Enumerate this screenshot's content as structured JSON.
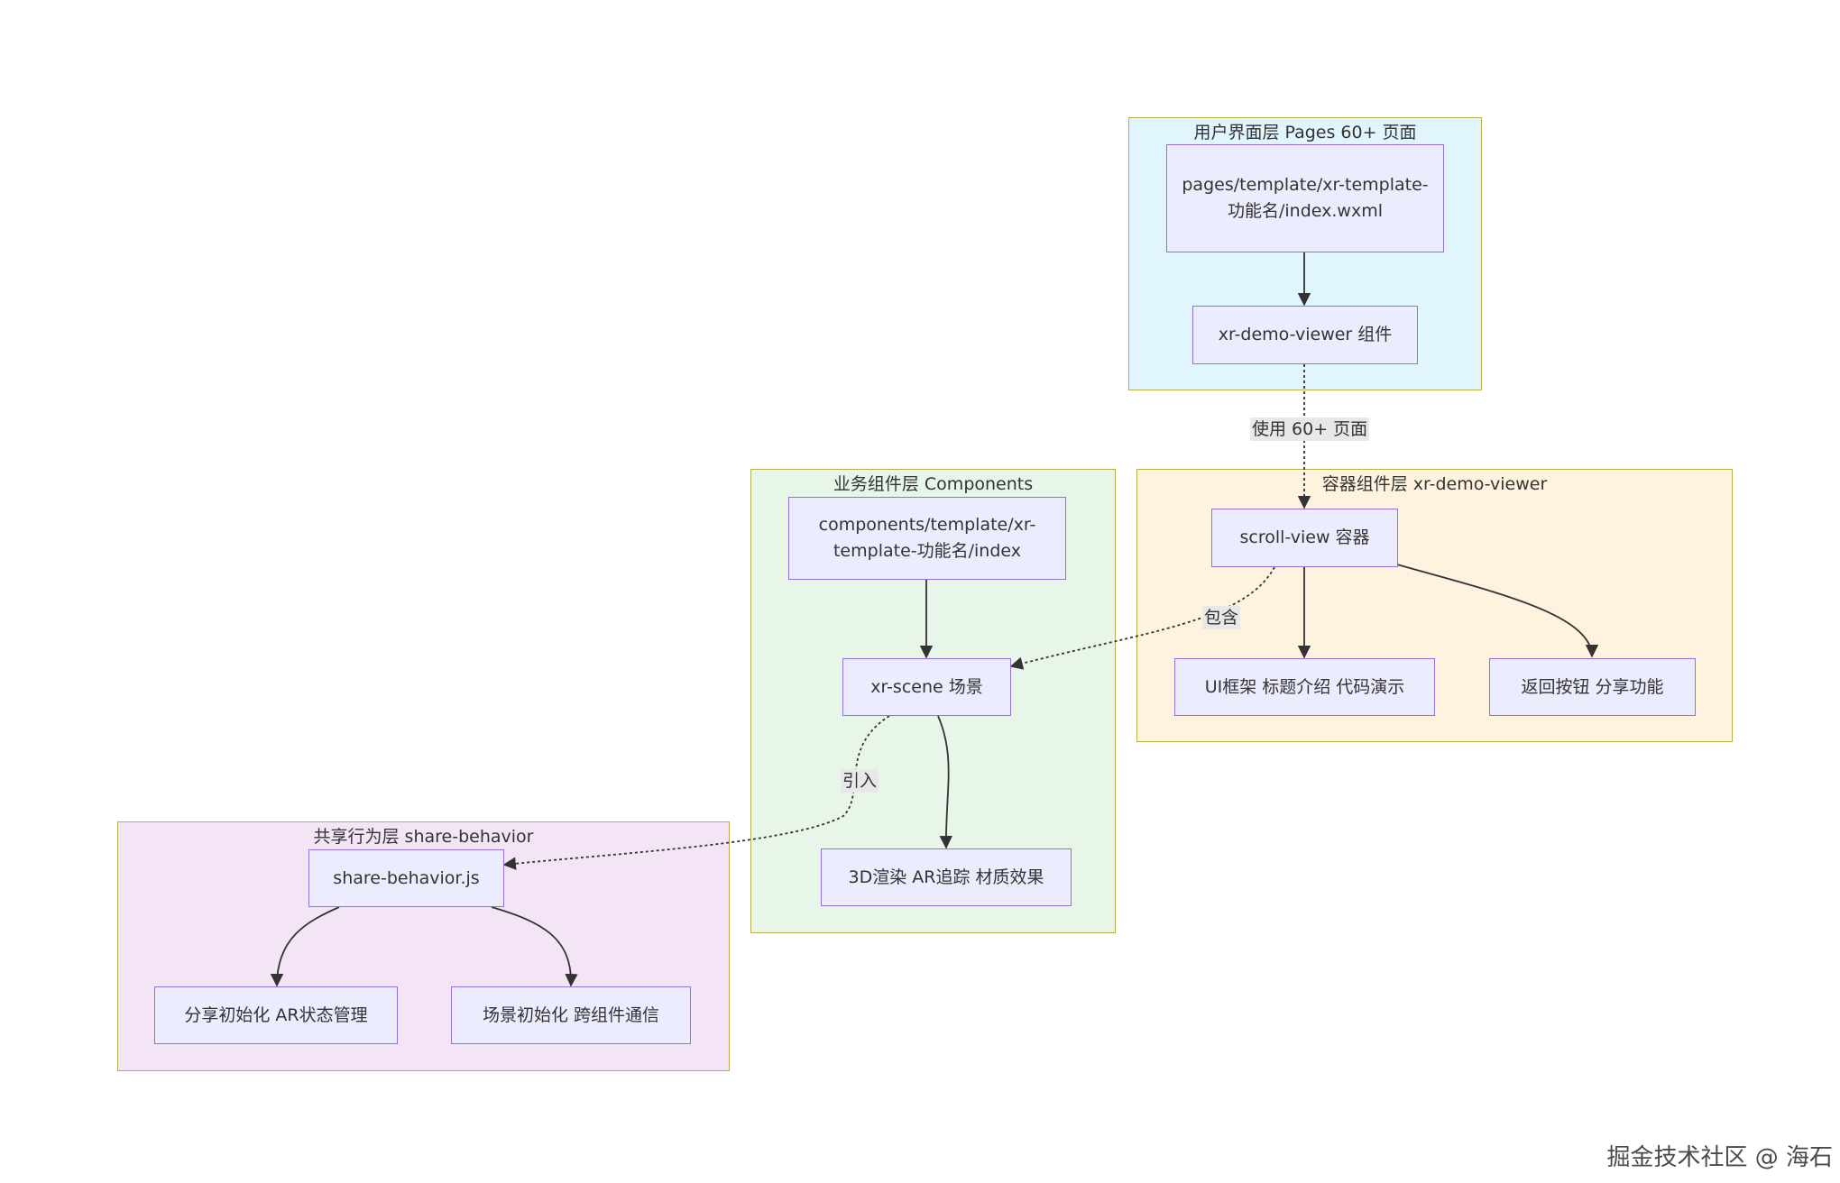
{
  "clusters": {
    "pages": {
      "title": "用户界面层 Pages 60+ 页面",
      "fill": "#e1f5fe"
    },
    "components": {
      "title": "业务组件层 Components",
      "fill": "#e8f5e9"
    },
    "container": {
      "title": "容器组件层 xr-demo-viewer",
      "fill": "#fff3e0"
    },
    "behavior": {
      "title": "共享行为层 share-behavior",
      "fill": "#f3e5f5"
    }
  },
  "nodes": {
    "page_file": "pages/template/xr-template-功能名/index.wxml",
    "viewer": "xr-demo-viewer 组件",
    "component_file": "components/template/xr-template-功能名/index",
    "xr_scene": "xr-scene 场景",
    "render": "3D渲染 AR追踪 材质效果",
    "scroll_view": "scroll-view 容器",
    "ui_frame": "UI框架 标题介绍 代码演示",
    "back_share": "返回按钮 分享功能",
    "share_js": "share-behavior.js",
    "share_init": "分享初始化 AR状态管理",
    "scene_init": "场景初始化 跨组件通信"
  },
  "edge_labels": {
    "uses": "使用 60+ 页面",
    "contains": "包含",
    "imports": "引入"
  },
  "watermark": "掘金技术社区 @ 海石"
}
